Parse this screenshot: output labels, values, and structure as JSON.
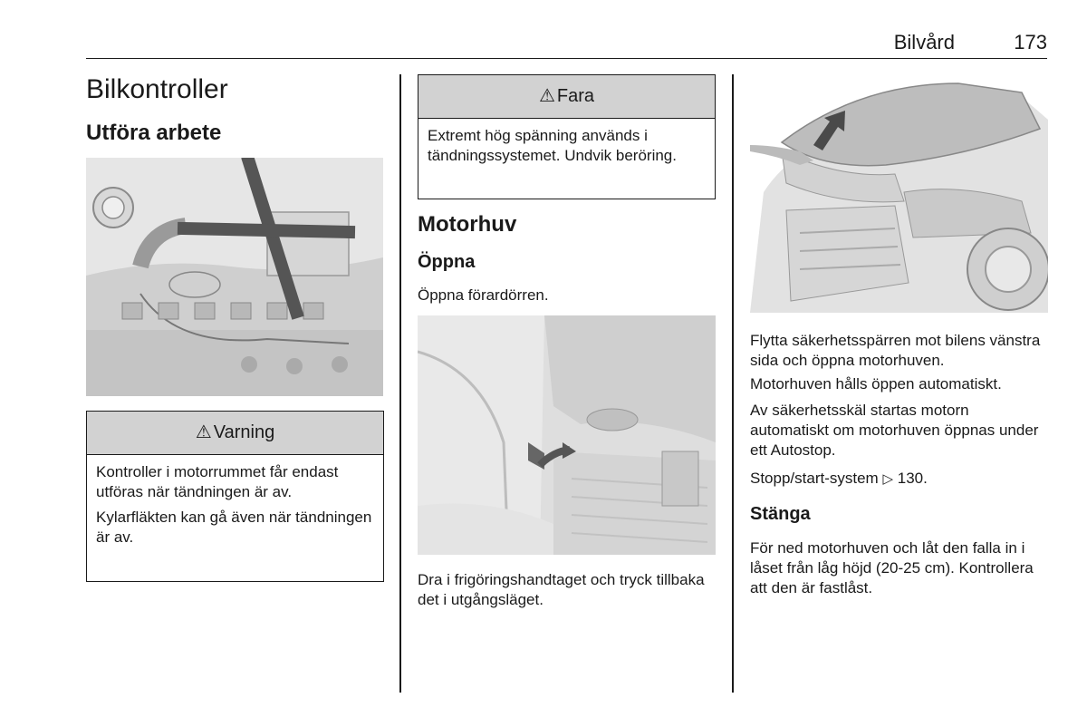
{
  "header": {
    "section": "Bilvård",
    "page_number": "173"
  },
  "left": {
    "title": "Bilkontroller",
    "subtitle": "Utföra arbete",
    "warning": {
      "symbol": "⚠",
      "label": "Varning",
      "paragraphs": [
        "Kontroller i motorrummet får endast utföras när tändningen är av.",
        "Kylarfläkten kan gå även när tänd­ningen är av."
      ]
    }
  },
  "middle": {
    "danger": {
      "symbol": "⚠",
      "label": "Fara",
      "text": "Extremt hög spänning används i tändningssystemet. Undvik berör­ing."
    },
    "heading": "Motorhuv",
    "subheading": "Öppna",
    "step1": "Öppna förardörren.",
    "caption": "Dra i frigöringshandtaget och tryck till­baka det i utgångsläget."
  },
  "right": {
    "paragraphs": [
      "Flytta säkerhetsspärren mot bilens vänstra sida och öppna motorhuven.",
      "Motorhuven hålls öppen automatiskt.",
      "Av säkerhetsskäl startas motorn automatiskt om motorhuven öppnas under ett Autostop."
    ],
    "xref_label": "Stopp/start-system",
    "xref_icon": "arrow-reference-icon",
    "xref_page": "130.",
    "subheading": "Stänga",
    "close_text": "För ned motorhuven och låt den falla in i låset från låg höjd (20-25 cm). Kontrollera att den är fastlåst."
  }
}
